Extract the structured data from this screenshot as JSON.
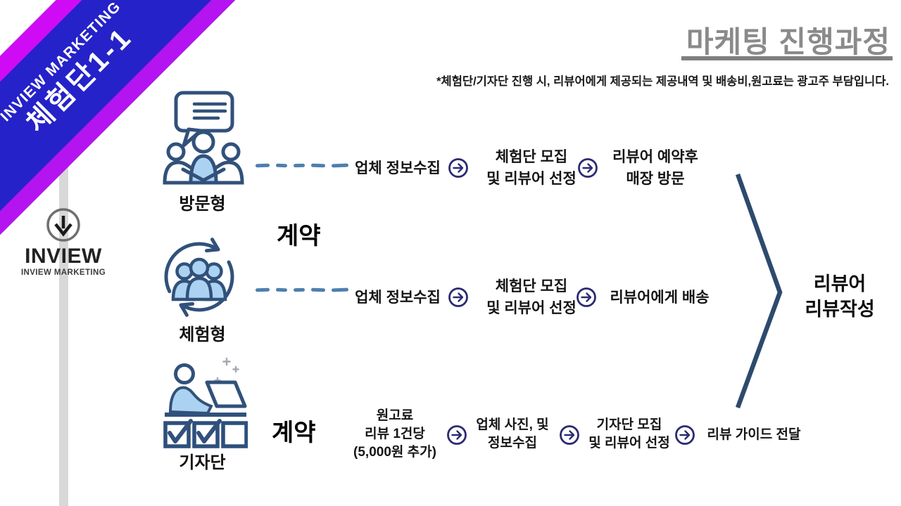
{
  "header": {
    "title": "마케팅 진행과정",
    "note": "*체험단/기자단 진행 시, 리뷰어에게 제공되는 제공내역 및 배송비,원고료는 광고주 부담입니다."
  },
  "ribbon": {
    "line1": "INVIEW MARKETING",
    "line2": "체험단1-1"
  },
  "logo": {
    "name": "INVIEW",
    "subtitle": "INVIEW MARKETING"
  },
  "contracts": [
    "계약",
    "계약"
  ],
  "rows": [
    {
      "label": "방문형",
      "icon": "people-meeting-icon",
      "steps": [
        [
          "업체 정보수집"
        ],
        [
          "체험단 모집",
          "및 리뷰어 선정"
        ],
        [
          "리뷰어 예약후",
          "매장 방문"
        ]
      ]
    },
    {
      "label": "체험형",
      "icon": "people-cycle-icon",
      "steps": [
        [
          "업체 정보수집"
        ],
        [
          "체험단 모집",
          "및 리뷰어 선정"
        ],
        [
          "리뷰어에게 배송"
        ]
      ]
    },
    {
      "label": "기자단",
      "icon": "reporter-laptop-icon",
      "steps": [
        [
          "원고료",
          "리뷰 1건당",
          "(5,000원 추가)"
        ],
        [
          "업체 사진, 및",
          "정보수집"
        ],
        [
          "기자단 모집",
          "및 리뷰어 선정"
        ],
        [
          "리뷰 가이드 전달"
        ]
      ]
    }
  ],
  "result": {
    "line1": "리뷰어",
    "line2": "리뷰작성"
  },
  "colors": {
    "ribbon_blue": "#2522c9",
    "ribbon_magenta_top": "#cf0bf6",
    "ribbon_magenta_bottom": "#b414ef",
    "title_gray": "#8a8a8a",
    "icon_navy": "#31517b",
    "icon_fill": "#abd3f1",
    "arrow_circle_indigo": "#2b2a72",
    "dash_blue": "#4e7fae",
    "chevron_navy": "#2d4a6d",
    "side_bar_gray": "#d8d8d8"
  }
}
